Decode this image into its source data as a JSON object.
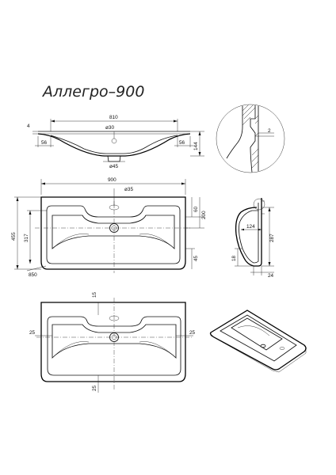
{
  "title": "Аллегро–900",
  "top_section": {
    "width_810": "810",
    "overflow_30": "ø30",
    "drain_45": "ø45",
    "left_56": "56",
    "right_56": "56",
    "rim_4": "4",
    "height_144": "144"
  },
  "detail_circle": {
    "label_2": "2"
  },
  "plan": {
    "width_900": "900",
    "tap_35": "ø35",
    "depth_455": "455",
    "inner_317": "317",
    "rear_60": "60",
    "rear_200": "200",
    "front_45": "45",
    "corner_850": "850"
  },
  "side": {
    "depth_124": "124",
    "height_287": "287",
    "front_18": "18",
    "bottom_24": "24"
  },
  "bottom_plan": {
    "top_15": "15",
    "left_25": "25",
    "right_25": "25",
    "bottom_25": "25"
  }
}
